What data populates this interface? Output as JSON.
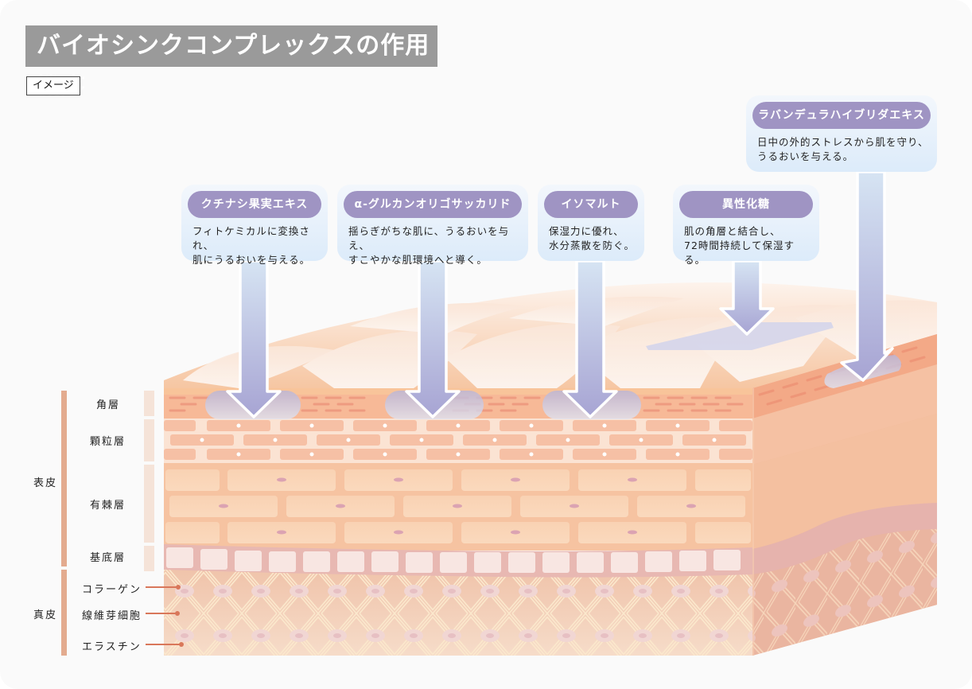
{
  "title": "バイオシンクコンプレックスの作用機序",
  "badge": "イメージ",
  "colors": {
    "pill": "#9f94c3",
    "arrow": "#a9a7d4",
    "bracket": "#e0a98c",
    "skin_top": "#f6c7a0",
    "dermis": "#f1c6ac",
    "basal": "#e8b7b2"
  },
  "ingredients": [
    {
      "name": "クチナシ果実エキス",
      "description": "フィトケミカルに変換され、\n肌にうるおいを与える。",
      "icon": "down-arrow-icon"
    },
    {
      "name": "α-グルカンオリゴサッカリド",
      "description": "揺らぎがちな肌に、うるおいを与え、\nすこやかな肌環境へと導く。",
      "icon": "down-arrow-icon"
    },
    {
      "name": "イソマルト",
      "description": "保湿力に優れ、\n水分蒸散を防ぐ。",
      "icon": "down-arrow-icon"
    },
    {
      "name": "異性化糖",
      "description": "肌の角層と結合し、\n72時間持続して保湿する。",
      "icon": "down-arrow-icon"
    },
    {
      "name": "ラバンデュラハイブリダエキス",
      "description": "日中の外的ストレスから肌を守り、\nうるおいを与える。",
      "icon": "down-arrow-icon"
    }
  ],
  "groups": [
    {
      "label": "表皮"
    },
    {
      "label": "真皮"
    }
  ],
  "layers": [
    {
      "label": "角層"
    },
    {
      "label": "顆粒層"
    },
    {
      "label": "有棘層"
    },
    {
      "label": "基底層"
    }
  ],
  "dermis_labels": [
    {
      "label": "コラーゲン"
    },
    {
      "label": "線維芽細胞"
    },
    {
      "label": "エラスチン"
    }
  ]
}
